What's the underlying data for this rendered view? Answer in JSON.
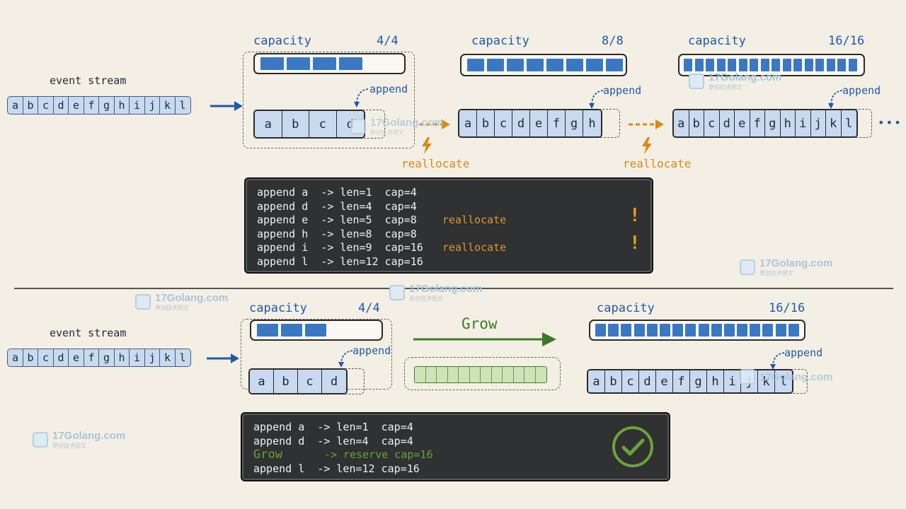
{
  "top": {
    "event_stream_label": "event stream",
    "stream": [
      "a",
      "b",
      "c",
      "d",
      "e",
      "f",
      "g",
      "h",
      "i",
      "j",
      "k",
      "l"
    ],
    "stage1": {
      "capacity_label": "capacity",
      "capacity_value": "4/4",
      "filled": 4,
      "cells": [
        "a",
        "b",
        "c",
        "d"
      ],
      "append_label": "append"
    },
    "stage2": {
      "capacity_label": "capacity",
      "capacity_value": "8/8",
      "filled": 8,
      "cells": [
        "a",
        "b",
        "c",
        "d",
        "e",
        "f",
        "g",
        "h"
      ],
      "append_label": "append"
    },
    "stage3": {
      "capacity_label": "capacity",
      "capacity_value": "16/16",
      "filled": 16,
      "cells": [
        "a",
        "b",
        "c",
        "d",
        "e",
        "f",
        "g",
        "h",
        "i",
        "j",
        "k",
        "l"
      ],
      "append_label": "append"
    },
    "reallocate_label_1": "reallocate",
    "reallocate_label_2": "reallocate",
    "ellipsis": "•••",
    "terminal": [
      {
        "text": "append a  -> len=1  cap=4",
        "note": ""
      },
      {
        "text": "append d  -> len=4  cap=4",
        "note": ""
      },
      {
        "text": "append e  -> len=5  cap=8 ",
        "note": "reallocate"
      },
      {
        "text": "append h  -> len=8  cap=8",
        "note": ""
      },
      {
        "text": "append i  -> len=9  cap=16",
        "note": "reallocate"
      },
      {
        "text": "append l  -> len=12 cap=16",
        "note": ""
      }
    ],
    "bang": "!"
  },
  "bottom": {
    "event_stream_label": "event stream",
    "stream": [
      "a",
      "b",
      "c",
      "d",
      "e",
      "f",
      "g",
      "h",
      "i",
      "j",
      "k",
      "l"
    ],
    "stage1": {
      "capacity_label": "capacity",
      "capacity_value": "4/4",
      "filled": 3,
      "cells": [
        "a",
        "b",
        "c",
        "d"
      ],
      "append_label": "append"
    },
    "grow_label": "Grow",
    "reserve_cells": 12,
    "stage2": {
      "capacity_label": "capacity",
      "capacity_value": "16/16",
      "filled": 16,
      "cells": [
        "a",
        "b",
        "c",
        "d",
        "e",
        "f",
        "g",
        "h",
        "i",
        "j",
        "k",
        "l"
      ],
      "append_label": "append"
    },
    "terminal": [
      {
        "a": "append a",
        "b": "  -> len=1  cap=4"
      },
      {
        "a": "append d",
        "b": "  -> len=4  cap=4"
      },
      {
        "a": "Grow    ",
        "b": "  -> reserve cap=16"
      },
      {
        "a": "append l",
        "b": "  -> len=12 cap=16"
      }
    ]
  },
  "watermark": {
    "name": "17Golang.com",
    "sub": "原创技术图文"
  },
  "colors": {
    "accent_blue": "#3b78c4",
    "cell_fill": "#c9daf0",
    "reallocate_orange": "#d88a14",
    "grow_green": "#3c7a2a",
    "terminal_bg": "#2f3132"
  }
}
